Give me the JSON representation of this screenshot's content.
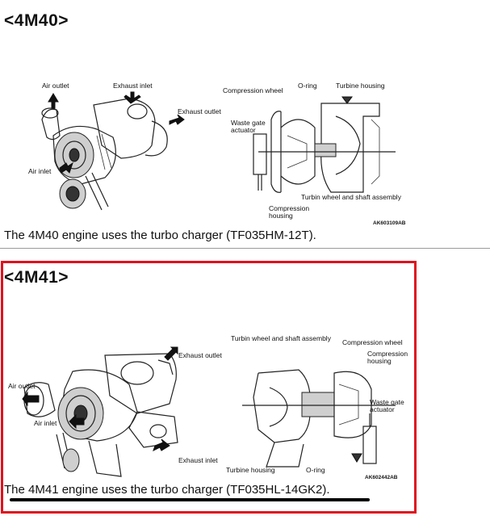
{
  "section_4m40": {
    "heading": "<4M40>",
    "external_labels": {
      "air_outlet": "Air outlet",
      "exhaust_inlet": "Exhaust inlet",
      "exhaust_outlet": "Exhaust outlet",
      "air_inlet": "Air inlet"
    },
    "section_labels": {
      "compression_wheel": "Compression wheel",
      "o_ring": "O-ring",
      "turbine_housing": "Turbine housing",
      "waste_gate_actuator": "Waste gate\nactuator",
      "turbin_wheel_shaft": "Turbin wheel and shaft assembly",
      "compression_housing": "Compression\nhousing"
    },
    "figure_code": "AK603109AB",
    "caption": "The 4M40 engine uses the turbo charger (TF035HM-12T)."
  },
  "section_4m41": {
    "heading": "<4M41>",
    "external_labels": {
      "exhaust_outlet": "Exhaust outlet",
      "air_outlet": "Air outlet",
      "air_inlet": "Air inlet",
      "exhaust_inlet": "Exhaust inlet"
    },
    "section_labels": {
      "turbin_wheel_shaft": "Turbin wheel and shaft assembly",
      "compression_wheel": "Compression wheel",
      "compression_housing": "Compression\nhousing",
      "waste_gate_actuator": "Waste gate\nactuator",
      "turbine_housing": "Turbine housing",
      "o_ring": "O-ring"
    },
    "figure_code": "AK602442AB",
    "caption": "The 4M41 engine uses the turbo charger (TF035HL-14GK2)."
  },
  "colors": {
    "highlight_border": "#e0121e",
    "divider": "#9a9a9a",
    "text": "#111111"
  }
}
